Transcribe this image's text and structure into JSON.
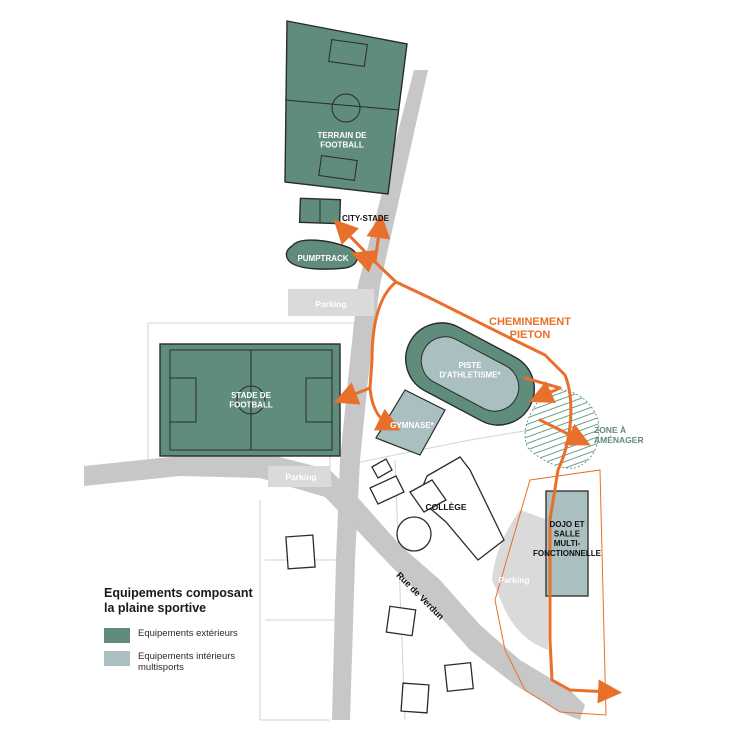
{
  "colors": {
    "exterior": "#5f8c7b",
    "interior": "#a9bfc0",
    "road": "#c7c7c7",
    "path": "#e8702a",
    "zone": "#6a9e8a",
    "line": "#2b2b2b"
  },
  "labels": {
    "terrain_football": "TERRAIN DE\nFOOTBALL",
    "city_stade": "CITY-STADE",
    "pumptrack": "PUMPTRACK",
    "parking_top": "Parking",
    "stade_football": "STADE DE\nFOOTBALL",
    "piste": "PISTE\nD'ATHLETISME*",
    "gymnase": "GYMNASE*",
    "cheminement": "CHEMINEMENT\nPIETON",
    "zone_amenager": "ZONE À\nAMÉNAGER",
    "parking_mid": "Parking",
    "college": "COLLÈGE",
    "dojo": "DOJO ET\nSALLE\nMULTI-\nFONCTIONNELLE",
    "parking_bottom": "Parking",
    "rue_verdun": "Rue de Verdun"
  },
  "legend": {
    "title": "Equipements composant\nla plaine sportive",
    "items": [
      {
        "label": "Equipements extérieurs",
        "color": "#5f8c7b",
        "icon": "exterior-swatch"
      },
      {
        "label": "Equipements intérieurs\nmultisports",
        "color": "#a9bfc0",
        "icon": "interior-swatch"
      }
    ]
  }
}
